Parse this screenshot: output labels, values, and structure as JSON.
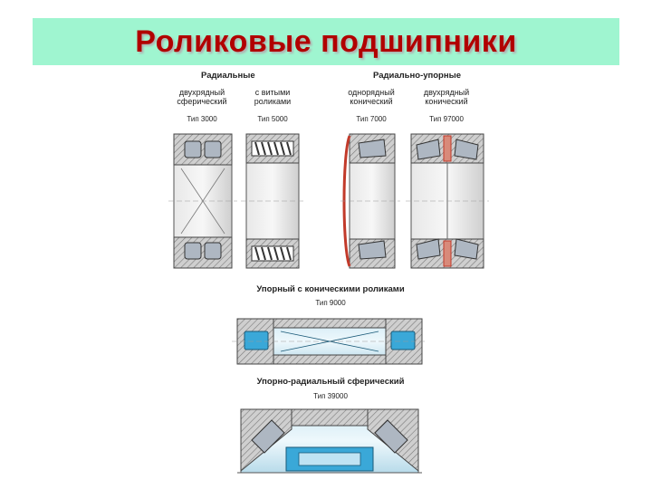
{
  "title": "Роликовые подшипники",
  "groups": {
    "radial": "Радиальные",
    "radial_thrust": "Радиально-упорные"
  },
  "bearings": [
    {
      "name": [
        "двухрядный",
        "сферический"
      ],
      "type": "Тип 3000"
    },
    {
      "name": [
        "с витыми",
        "роликами"
      ],
      "type": "Тип 5000"
    },
    {
      "name": [
        "однорядный",
        "конический"
      ],
      "type": "Тип 7000"
    },
    {
      "name": [
        "двухрядный",
        "конический"
      ],
      "type": "Тип 97000"
    }
  ],
  "thrust_tapered": {
    "name": "Упорный с коническими роликами",
    "type": "Тип 9000"
  },
  "thrust_spherical": {
    "name": "Упорно-радиальный сферический",
    "type": "Тип 39000"
  },
  "colors": {
    "title_bg": "#9ff5d0",
    "title_text": "#b10000",
    "ring_fill": "#c9c9c9",
    "hatch": "#7a7a7a",
    "blue_part": "#3aa8d8",
    "red_part": "#c23a2a"
  }
}
